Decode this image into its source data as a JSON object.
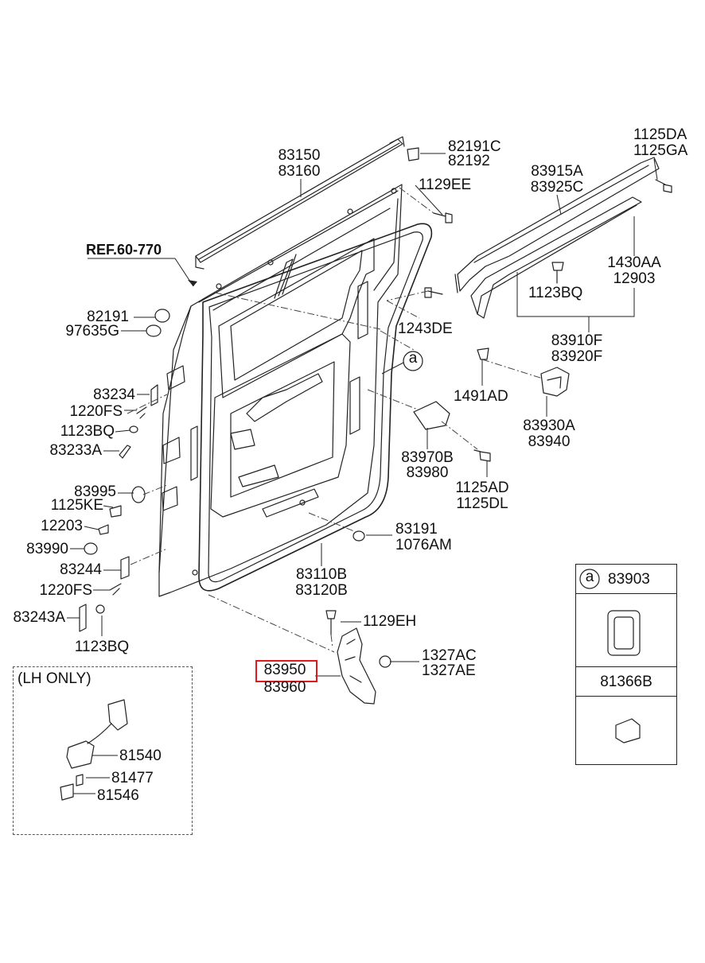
{
  "diagram": {
    "reference": "REF.60-770",
    "callout_letter": "a",
    "lh_only_title": "(LH ONLY)",
    "highlight_color": "#e0191f",
    "labels": {
      "l83150": "83150",
      "l83160": "83160",
      "l82191C": "82191C",
      "l82192": "82192",
      "l1129EE": "1129EE",
      "l1125DA": "1125DA",
      "l1125GA": "1125GA",
      "l83915A": "83915A",
      "l83925C": "83925C",
      "l1430AA": "1430AA",
      "l12903": "12903",
      "l1123BQ_top": "1123BQ",
      "l82191": "82191",
      "l97635G": "97635G",
      "l1243DE": "1243DE",
      "l83910F": "83910F",
      "l83920F": "83920F",
      "l1491AD": "1491AD",
      "l83234": "83234",
      "l1220FS_a": "1220FS",
      "l1123BQ_a": "1123BQ",
      "l83233A": "83233A",
      "l83930A": "83930A",
      "l83940": "83940",
      "l83970B": "83970B",
      "l83980": "83980",
      "l83995": "83995",
      "l1125KE": "1125KE",
      "l1125AD": "1125AD",
      "l1125DL": "1125DL",
      "l12203": "12203",
      "l83990": "83990",
      "l83191": "83191",
      "l1076AM": "1076AM",
      "l83244": "83244",
      "l1220FS_b": "1220FS",
      "l83243A": "83243A",
      "l1123BQ_b": "1123BQ",
      "l83110B": "83110B",
      "l83120B": "83120B",
      "l1129EH": "1129EH",
      "l1327AC": "1327AC",
      "l1327AE": "1327AE",
      "l83950": "83950",
      "l83960": "83960",
      "l81540": "81540",
      "l81477": "81477",
      "l81546": "81546"
    },
    "legend": {
      "part_a": "83903",
      "part_b": "81366B"
    }
  }
}
